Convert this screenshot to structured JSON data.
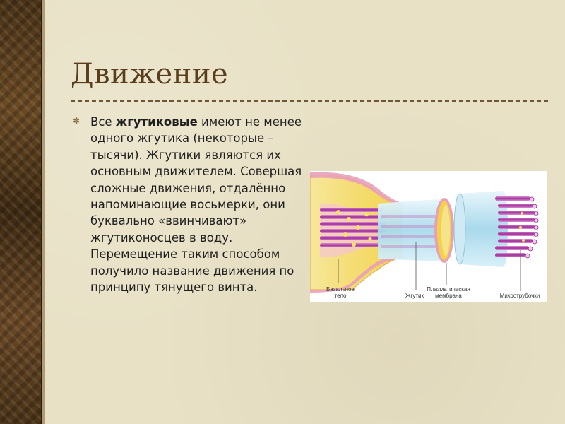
{
  "slide": {
    "title": "Движение",
    "text_before_bold": "Все ",
    "text_bold": "жгутиковые",
    "text_after_bold": " имеют не менее одного жгутика (некоторые – тысячи). Жгутики являются их основным движителем. Совершая сложные движения, отдалённо напоминающие восьмерки, они буквально «ввинчивают» жгутиконосцев в воду. Перемещение таким способом получило название движения по принципу тянущего винта.",
    "bullet_glyph": "✽"
  },
  "figure": {
    "labels": {
      "basal_body_line1": "Базальное",
      "basal_body_line2": "тело",
      "flagellum": "Жгутик",
      "membrane_line1": "Плазматическая",
      "membrane_line2": "мембрана",
      "microtubules": "Микротрубочки"
    }
  },
  "colors": {
    "title": "#5a3e1c",
    "background": "#e8e1c6",
    "sidebar": "#4a3317",
    "membrane_yellow": "#f3d24a",
    "tube_blue": "#bfe3f0",
    "microtubule_purple": "#b03aa8"
  }
}
